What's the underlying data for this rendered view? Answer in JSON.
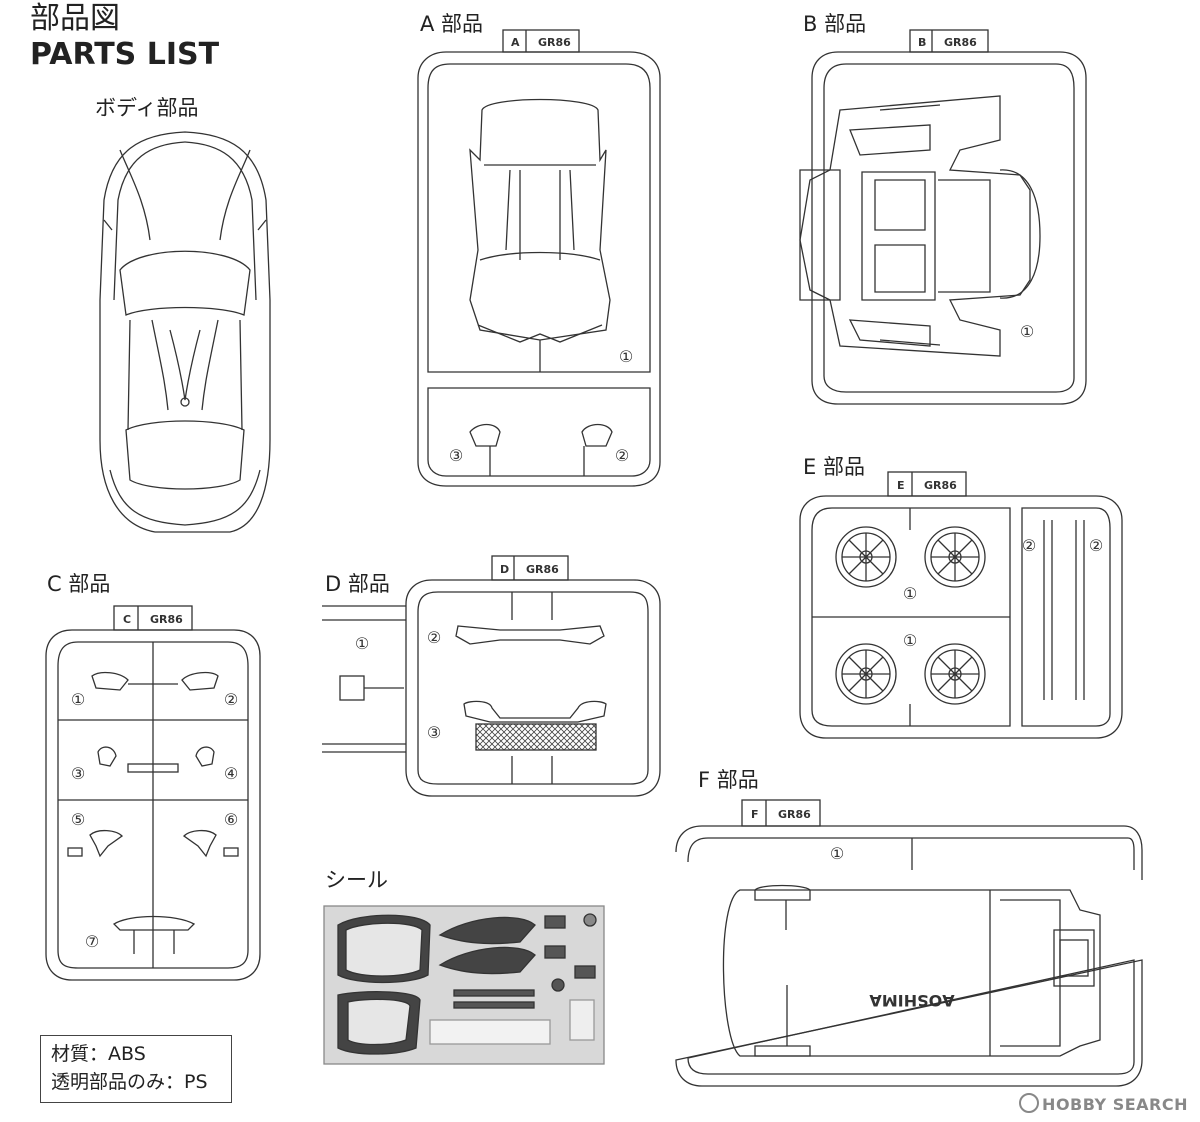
{
  "header": {
    "title_jp": "部品図",
    "title_en": "PARTS LIST"
  },
  "sections": {
    "body": "ボディ部品",
    "A": "A 部品",
    "B": "B 部品",
    "C": "C 部品",
    "D": "D 部品",
    "E": "E 部品",
    "F": "F 部品",
    "seal": "シール"
  },
  "runner_tabs": {
    "A": {
      "letter": "A",
      "code": "GR86"
    },
    "B": {
      "letter": "B",
      "code": "GR86"
    },
    "C": {
      "letter": "C",
      "code": "GR86"
    },
    "D": {
      "letter": "D",
      "code": "GR86"
    },
    "E": {
      "letter": "E",
      "code": "GR86"
    },
    "F": {
      "letter": "F",
      "code": "GR86"
    }
  },
  "part_numbers": {
    "A": [
      "①",
      "②",
      "③"
    ],
    "B": [
      "①"
    ],
    "C": [
      "①",
      "②",
      "③",
      "④",
      "⑤",
      "⑥",
      "⑦"
    ],
    "D": [
      "①",
      "②",
      "③"
    ],
    "E": [
      "①",
      "①",
      "②",
      "②"
    ],
    "F": [
      "①"
    ]
  },
  "f_runner_text": "AOSHIMA",
  "material": {
    "line1": "材質：ABS",
    "line2": "透明部品のみ：PS"
  },
  "watermark": "HOBBY SEARCH"
}
